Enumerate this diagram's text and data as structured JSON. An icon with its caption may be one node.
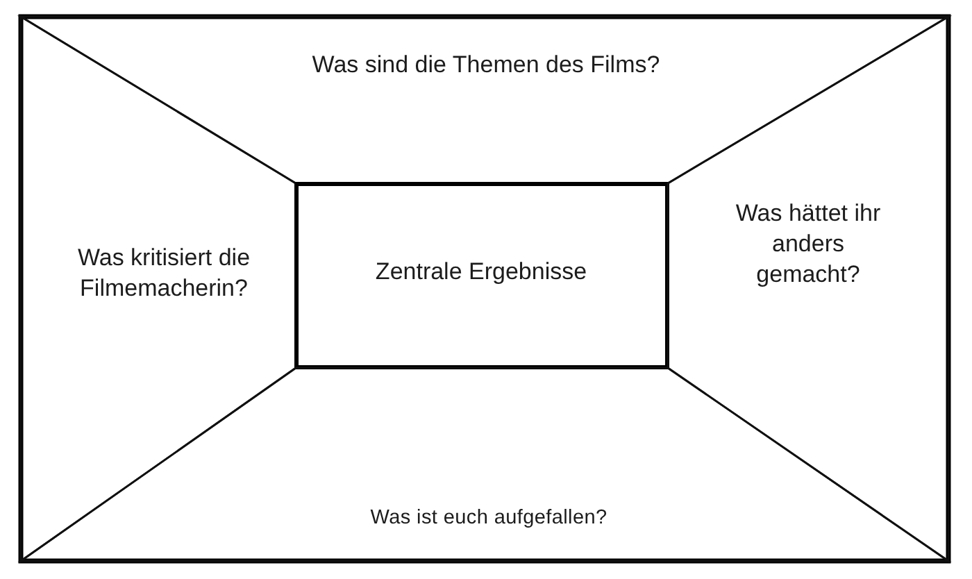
{
  "diagram": {
    "nodes": [
      {
        "text": [
          "Was sind die Themen des Films?"
        ]
      },
      {
        "text": [
          "Was kritisiert die Filmemacherin?"
        ]
      },
      {
        "text": [
          "Zentrale Ergebnisse"
        ]
      },
      {
        "text": [
          "Was hättet ihr anders gemacht?"
        ]
      },
      {
        "text": [
          "Was ist euch aufgefallen?"
        ]
      }
    ]
  }
}
